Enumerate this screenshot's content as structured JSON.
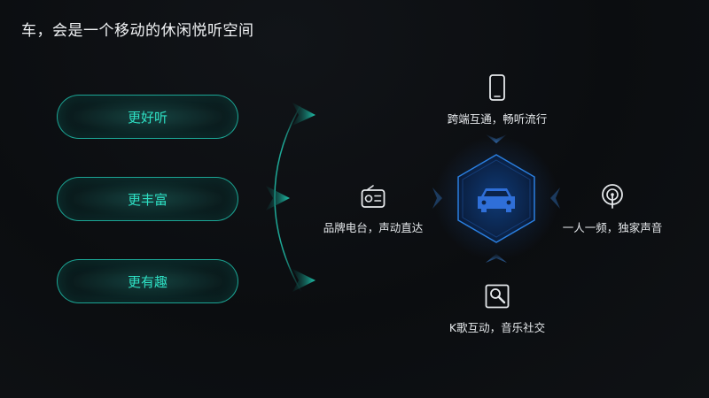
{
  "slide": {
    "title": "车，会是一个移动的休闲悦听空间"
  },
  "pills": [
    {
      "label": "更好听"
    },
    {
      "label": "更丰富"
    },
    {
      "label": "更有趣"
    }
  ],
  "center": {
    "icon": "car-icon",
    "accent_color": "#2f6fd8"
  },
  "features": {
    "top": {
      "icon": "smartphone-icon",
      "label": "跨端互通，畅听流行"
    },
    "left": {
      "icon": "radio-icon",
      "label": "品牌电台，声动直达"
    },
    "right": {
      "icon": "podcast-icon",
      "label": "一人一频，独家声音"
    },
    "bottom": {
      "icon": "karaoke-microphone-icon",
      "label": "K歌互动，音乐社交"
    }
  },
  "colors": {
    "teal": "#2ee0c4",
    "pill_border": "#20beaa",
    "background": "#0b0d10"
  }
}
